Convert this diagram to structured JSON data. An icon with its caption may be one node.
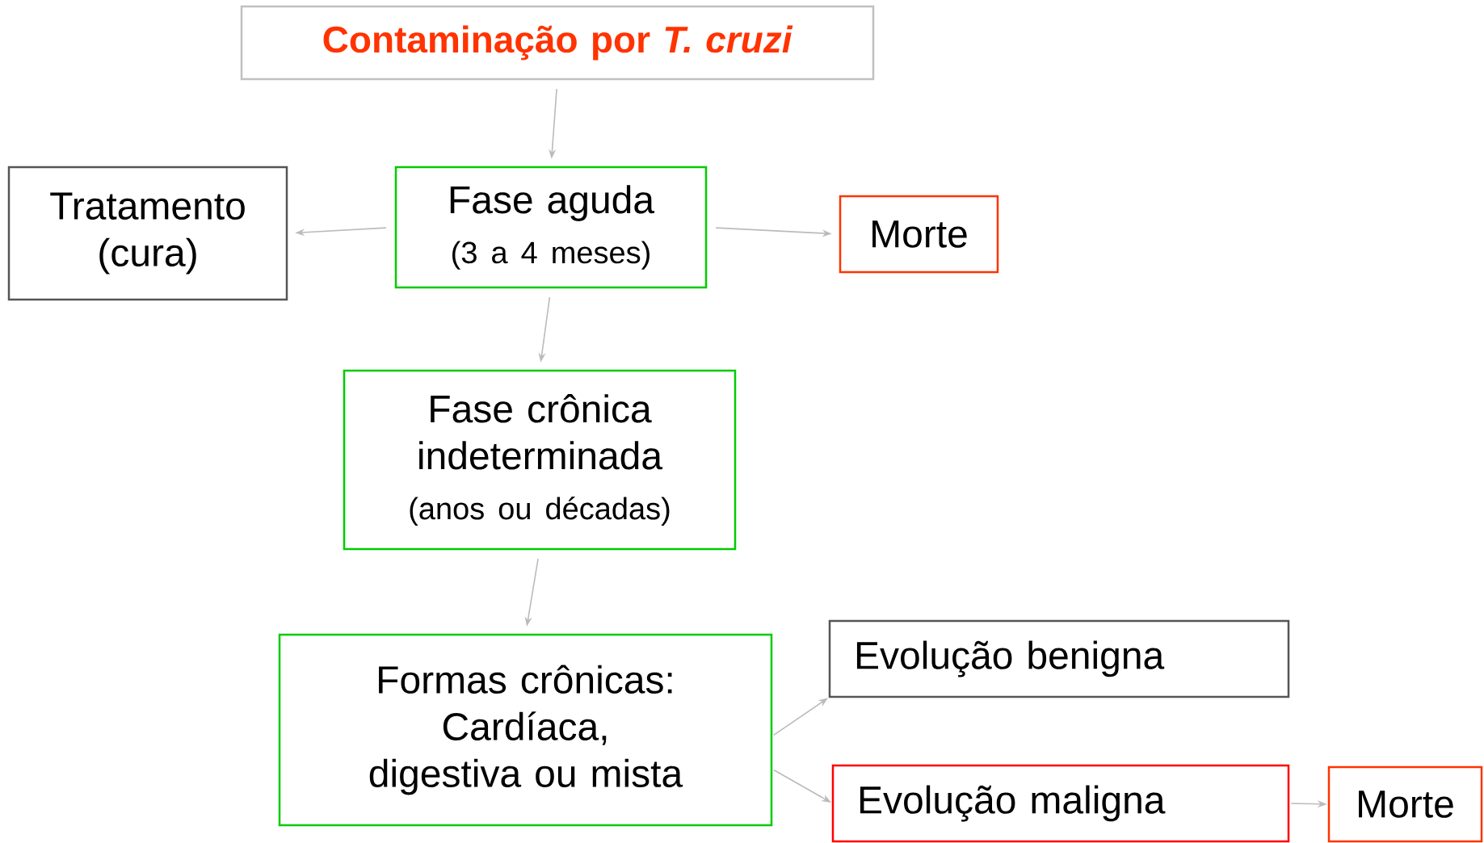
{
  "diagram": {
    "nodes": [
      {
        "text": [
          "Contaminação por *T. cruzi*"
        ]
      },
      {
        "text": [
          "Fase aguda",
          "(3 a 4 meses)"
        ]
      },
      {
        "text": [
          "Tratamento (cura)"
        ]
      },
      {
        "text": [
          "Morte"
        ]
      },
      {
        "text": [
          "Fase crônica indeterminada",
          "(anos ou décadas)"
        ]
      },
      {
        "text": [
          "Formas crônicas: Cardíaca, digestiva ou mista"
        ]
      },
      {
        "text": [
          "Evolução benigna"
        ]
      },
      {
        "text": [
          "Evolução maligna"
        ]
      },
      {
        "text": [
          "Morte"
        ]
      }
    ],
    "edges": [
      {
        "from": 0,
        "to": 1,
        "arrow": "to"
      },
      {
        "from": 1,
        "to": 2,
        "arrow": "to"
      },
      {
        "from": 1,
        "to": 3,
        "arrow": "to"
      },
      {
        "from": 1,
        "to": 4,
        "arrow": "to"
      },
      {
        "from": 4,
        "to": 5,
        "arrow": "to"
      },
      {
        "from": 5,
        "to": 6,
        "arrow": "to"
      },
      {
        "from": 5,
        "to": 7,
        "arrow": "to"
      },
      {
        "from": 7,
        "to": 8,
        "arrow": "to"
      }
    ]
  }
}
